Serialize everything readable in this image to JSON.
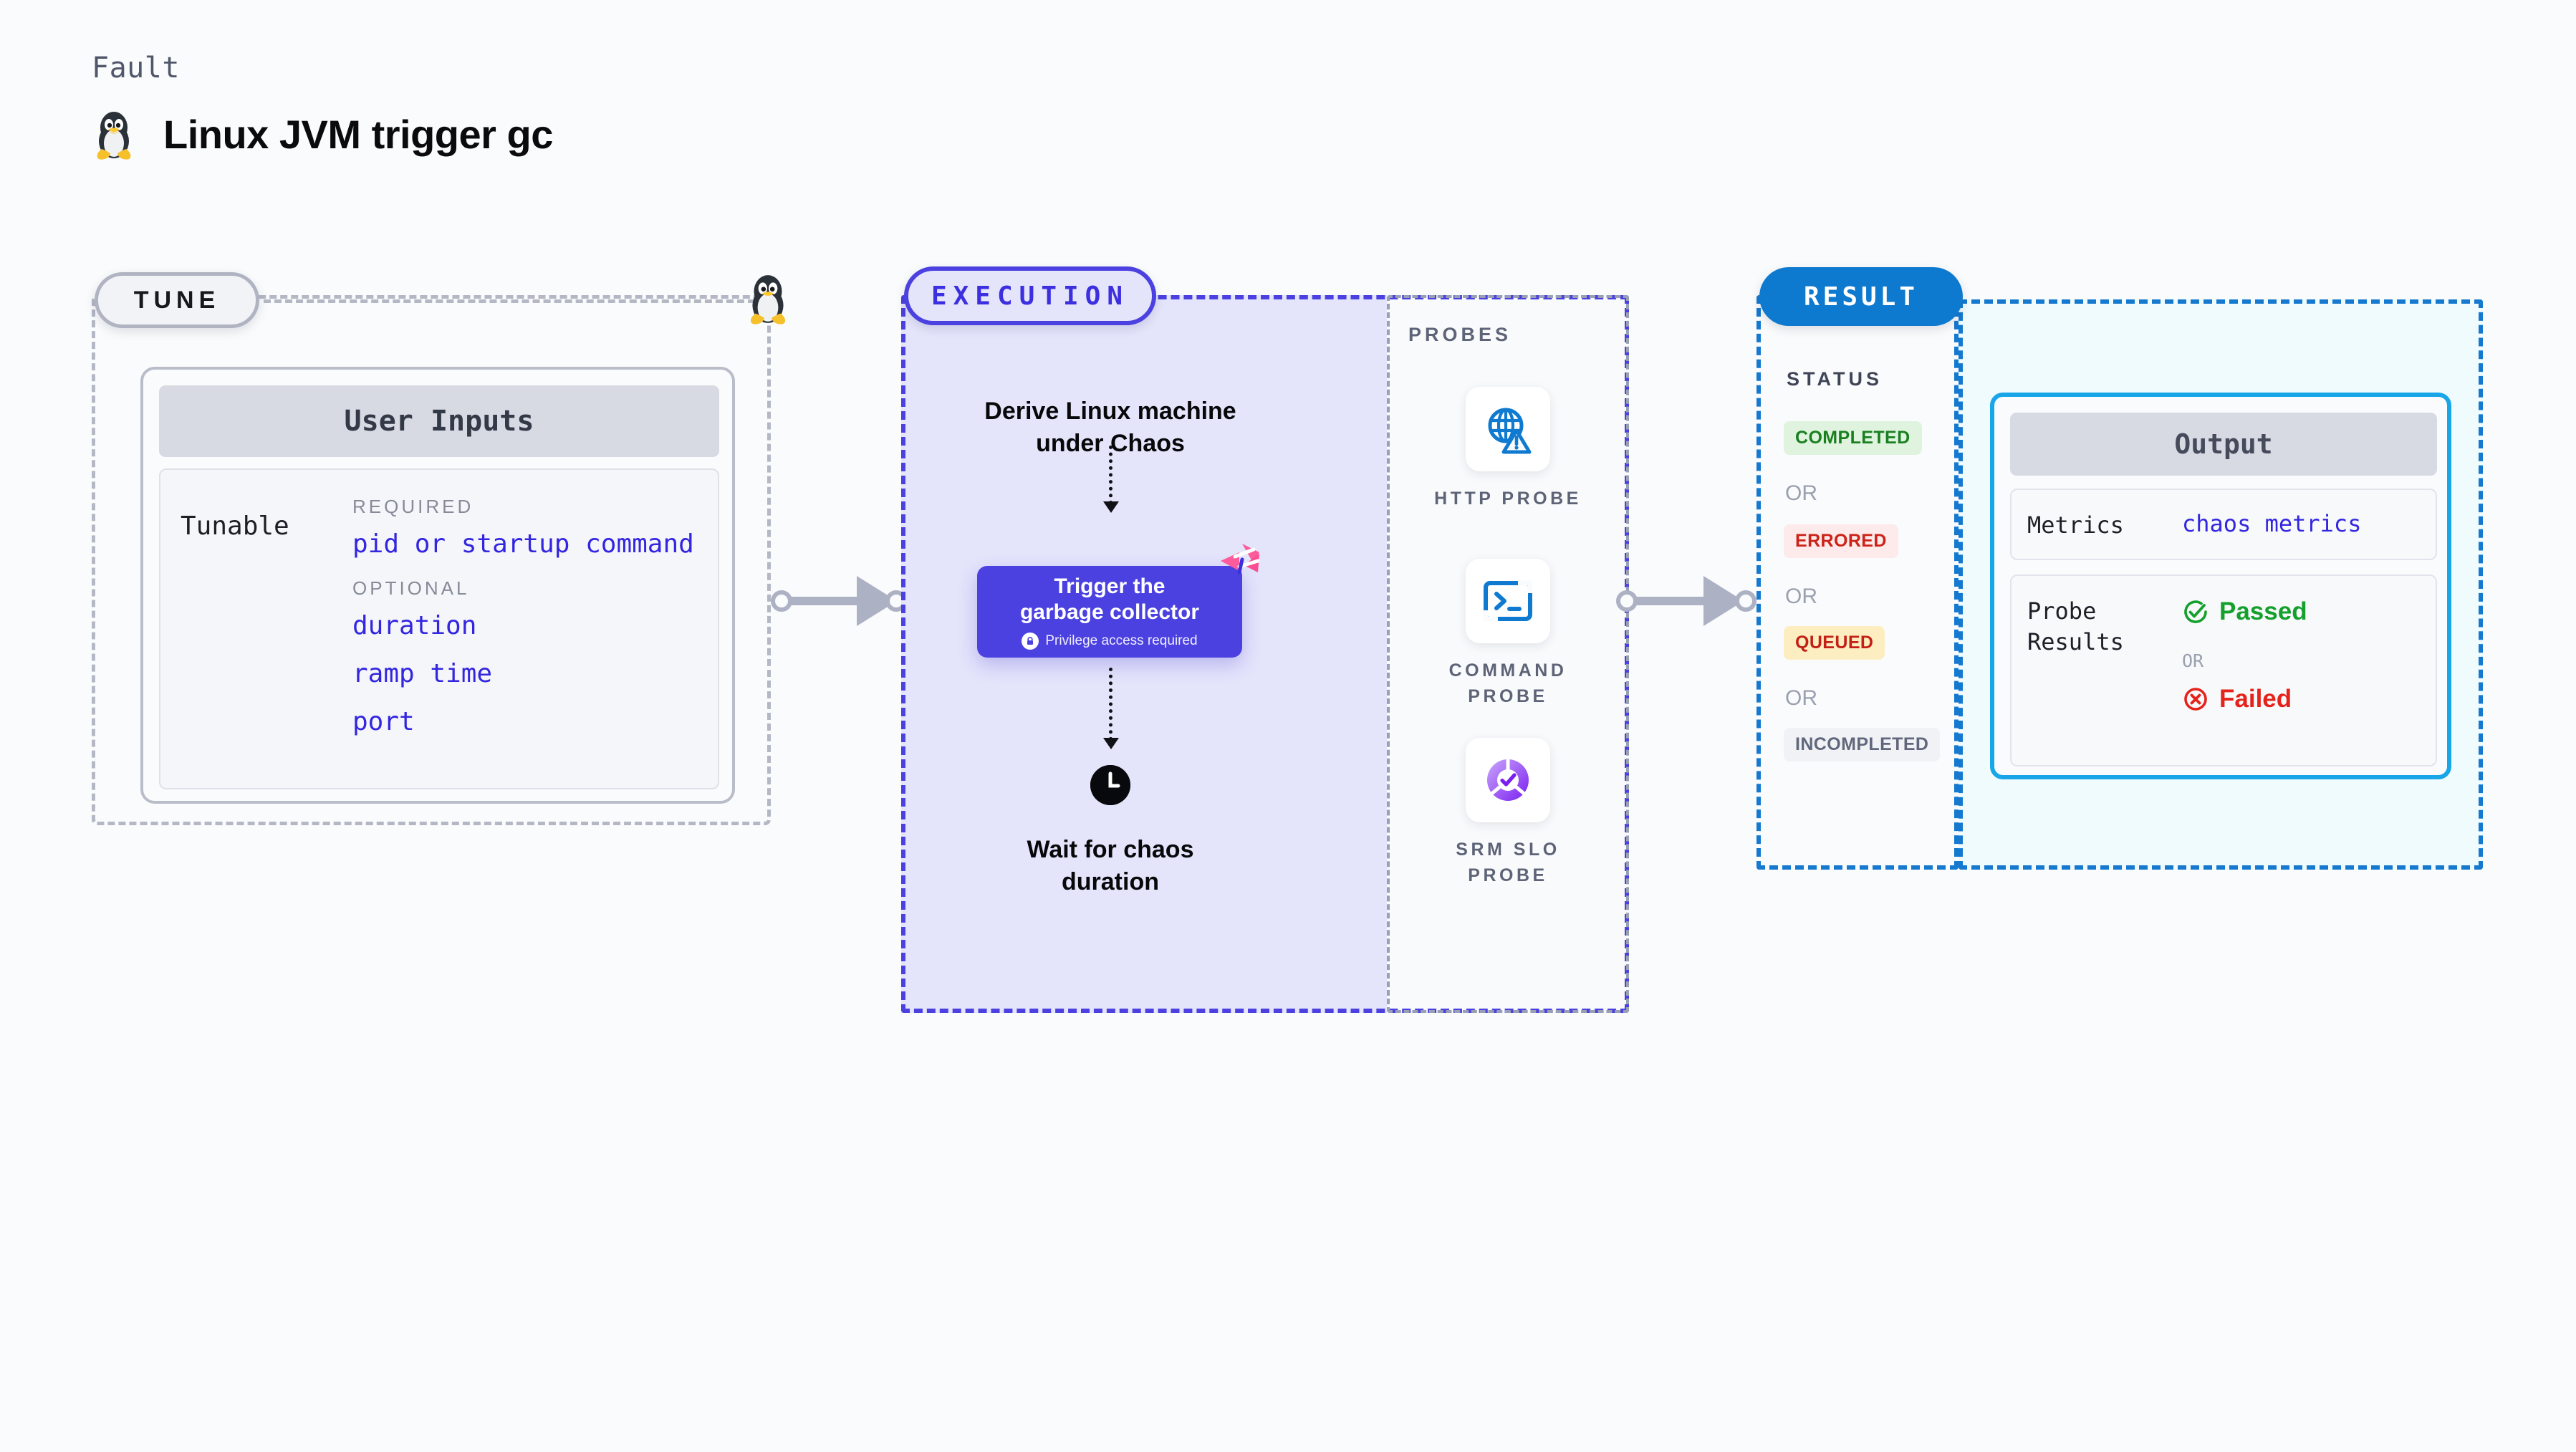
{
  "header": {
    "kicker": "Fault",
    "title": "Linux JVM trigger gc",
    "os_icon": "linux-penguin-icon"
  },
  "tune": {
    "pill_label": "TUNE",
    "card": {
      "header": "User Inputs",
      "row_label": "Tunable",
      "groups": [
        {
          "label": "REQUIRED",
          "items": [
            "pid or startup command"
          ]
        },
        {
          "label": "OPTIONAL",
          "items": [
            "duration",
            "ramp time",
            "port"
          ]
        }
      ]
    }
  },
  "execution": {
    "pill_label": "EXECUTION",
    "steps": [
      {
        "name": "derive-machine",
        "title": "Derive Linux machine\nunder Chaos"
      },
      {
        "name": "trigger-gc",
        "title": "Trigger the\ngarbage collector",
        "subtitle": "Privilege access required",
        "badge_icon": "lock-icon",
        "corner_icon": "harness-logo-icon"
      },
      {
        "name": "wait-duration",
        "title": "Wait for chaos\nduration",
        "icon": "clock-icon"
      }
    ]
  },
  "probes": {
    "title": "PROBES",
    "items": [
      {
        "label": "HTTP PROBE",
        "icon": "globe-warning-icon"
      },
      {
        "label": "COMMAND PROBE",
        "icon": "terminal-prompt-icon"
      },
      {
        "label": "SRM SLO PROBE",
        "icon": "slo-donut-check-icon"
      }
    ]
  },
  "result": {
    "pill_label": "RESULT",
    "status_title": "STATUS",
    "or_label": "OR",
    "statuses": [
      {
        "label": "COMPLETED",
        "text_color": "#198020",
        "bg_color": "#dff3df"
      },
      {
        "label": "ERRORED",
        "text_color": "#cc2218",
        "bg_color": "#fdeaea"
      },
      {
        "label": "QUEUED",
        "text_color": "#c32016",
        "bg_color": "#fdeec2"
      },
      {
        "label": "INCOMPLETED",
        "text_color": "#62687c",
        "bg_color": "#f1f2f6"
      }
    ],
    "output": {
      "header": "Output",
      "rows": [
        {
          "key": "Metrics",
          "value": "chaos metrics"
        },
        {
          "key": "Probe\nResults",
          "pass_label": "Passed",
          "or_label": "OR",
          "fail_label": "Failed",
          "pass_icon": "check-circle-icon",
          "fail_icon": "x-circle-icon",
          "pass_color": "#14a02c",
          "fail_color": "#e5231b"
        }
      ]
    }
  },
  "colors": {
    "accent_purple": "#4b41e0",
    "accent_blue": "#0d79cf",
    "accent_cyan": "#18a6e8",
    "link_blue": "#3326e0",
    "muted": "#9aa0b0",
    "harness_pink": "#ff4d8d"
  }
}
